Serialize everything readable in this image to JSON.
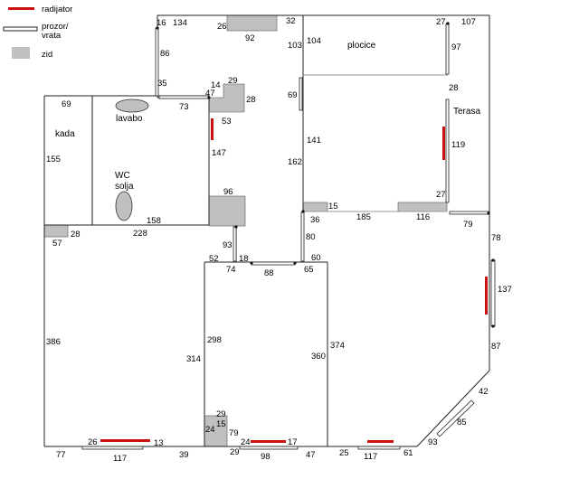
{
  "legend": {
    "radiator_label": "radijator",
    "window_door_label_line1": "prozor/",
    "window_door_label_line2": "vrata",
    "wall_label": "zid"
  },
  "colors": {
    "radiator": "#cc1010",
    "wall_fill": "#c0c0c0",
    "line": "#222222"
  },
  "rooms": {
    "kada": "kada",
    "lavabo": "lavabo",
    "wc_line1": "WC",
    "wc_line2": "solja",
    "plocice": "plocice",
    "terasa": "Terasa"
  },
  "dims": {
    "d16": "16",
    "d134": "134",
    "d26a": "26",
    "d92": "92",
    "d32": "32",
    "d27a": "27",
    "d107": "107",
    "d86": "86",
    "d103": "103",
    "d104": "104",
    "d97": "97",
    "d35": "35",
    "d47": "47",
    "d14": "14",
    "d29a": "29",
    "d69a": "69",
    "d73": "73",
    "d28a": "28",
    "d69b": "69",
    "d28b": "28",
    "d53": "53",
    "d141": "141",
    "d119": "119",
    "d147": "147",
    "d155": "155",
    "d162": "162",
    "d96": "96",
    "d27b": "27",
    "d36": "36",
    "d15a": "15",
    "d185": "185",
    "d116": "116",
    "d79a": "79",
    "d158": "158",
    "d228": "228",
    "d57": "57",
    "d28c": "28",
    "d93a": "93",
    "d80": "80",
    "d78": "78",
    "d52": "52",
    "d18": "18",
    "d60": "60",
    "d74": "74",
    "d88": "88",
    "d65": "65",
    "d137": "137",
    "d386": "386",
    "d298": "298",
    "d374": "374",
    "d314": "314",
    "d360": "360",
    "d87": "87",
    "d42": "42",
    "d29b": "29",
    "d15b": "15",
    "d24a": "24",
    "d79b": "79",
    "d85": "85",
    "d26b": "26",
    "d13": "13",
    "d24b": "24",
    "d17": "17",
    "d93b": "93",
    "d77": "77",
    "d117a": "117",
    "d39": "39",
    "d29c": "29",
    "d98": "98",
    "d47b": "47",
    "d25": "25",
    "d117b": "117",
    "d61": "61"
  }
}
